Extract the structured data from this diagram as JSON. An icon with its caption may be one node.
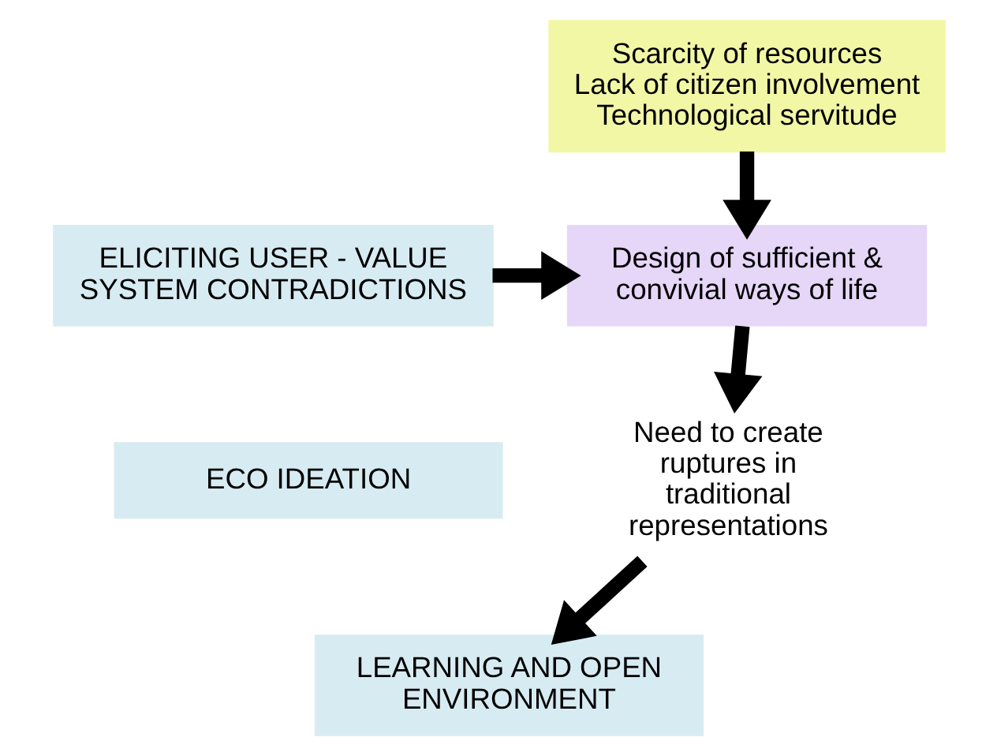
{
  "diagram": {
    "nodes": [
      {
        "text": [
          "Scarcity of resources",
          "Lack of citizen involvement",
          "Technological servitude"
        ]
      },
      {
        "text": [
          "Design of sufficient & convivial ways of life"
        ]
      },
      {
        "text": [
          "Need to create ruptures in traditional representations"
        ]
      },
      {
        "text": [
          "ELICITING USER - VALUE SYSTEM CONTRADICTIONS"
        ]
      },
      {
        "text": [
          "ECO IDEATION"
        ]
      },
      {
        "text": [
          "LEARNING AND OPEN ENVIRONMENT"
        ]
      }
    ],
    "edges": [
      {
        "from": 0,
        "to": 1,
        "arrow": "to"
      },
      {
        "from": 3,
        "to": 1,
        "arrow": "to"
      },
      {
        "from": 1,
        "to": 2,
        "arrow": "to"
      },
      {
        "from": 2,
        "to": 5,
        "arrow": "to"
      }
    ]
  }
}
